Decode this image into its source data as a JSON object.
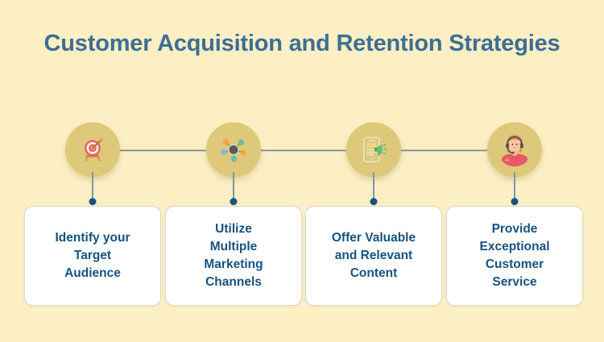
{
  "theme": {
    "background_color": "#fcefc4",
    "title_color": "#3d6e96",
    "card_text_color": "#17537f",
    "circle_color": "#ddc979",
    "connector_color": "#73879c",
    "dot_color": "#17537f",
    "card_background": "#ffffff"
  },
  "header": {
    "title": "Customer Acquisition and Retention Strategies"
  },
  "steps": [
    {
      "index": 1,
      "icon_name": "target-arrow-icon",
      "label": "Identify your\nTarget\nAudience"
    },
    {
      "index": 2,
      "icon_name": "network-hub-icon",
      "label": "Utilize\nMultiple\nMarketing\nChannels"
    },
    {
      "index": 3,
      "icon_name": "mobile-megaphone-icon",
      "label": "Offer Valuable\nand Relevant\nContent"
    },
    {
      "index": 4,
      "icon_name": "support-agent-icon",
      "label": "Provide\nExceptional\nCustomer\nService"
    }
  ]
}
